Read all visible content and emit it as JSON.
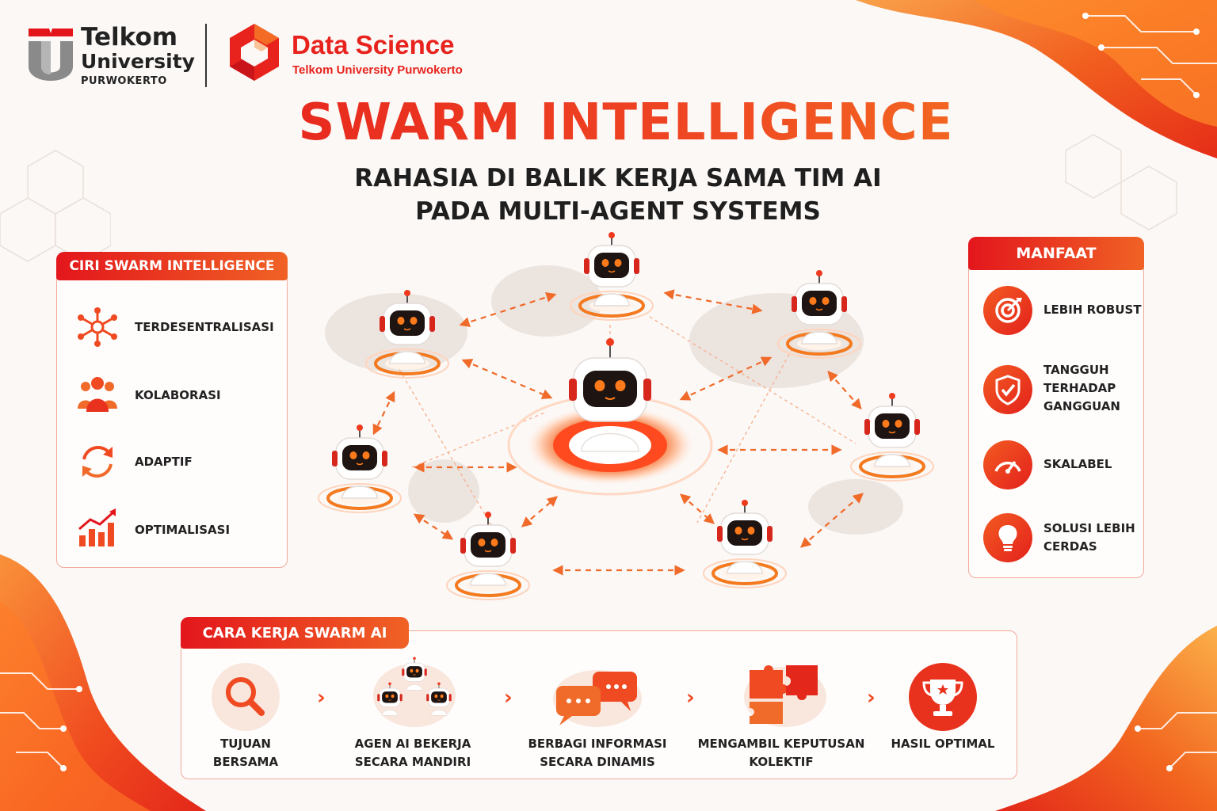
{
  "header": {
    "tu_line1": "Telkom",
    "tu_line2": "University",
    "tu_line3": "PURWOKERTO",
    "ds_title": "Data Science",
    "ds_subtitle": "Telkom University Purwokerto"
  },
  "title": "SWARM INTELLIGENCE",
  "subtitle_line1": "RAHASIA DI BALIK KERJA SAMA TIM AI",
  "subtitle_line2": "PADA MULTI-AGENT SYSTEMS",
  "ciri": {
    "title": "CIRI SWARM INTELLIGENCE",
    "items": [
      {
        "label": "TERDESENTRALISASI",
        "icon": "network-icon"
      },
      {
        "label": "KOLABORASI",
        "icon": "people-group-icon"
      },
      {
        "label": "ADAPTIF",
        "icon": "refresh-cycle-icon"
      },
      {
        "label": "OPTIMALISASI",
        "icon": "growth-chart-icon"
      }
    ]
  },
  "manfaat": {
    "title": "MANFAAT",
    "items": [
      {
        "line1": "LEBIH ROBUST",
        "line2": "",
        "line3": "",
        "icon": "target-icon"
      },
      {
        "line1": "TANGGUH",
        "line2": "TERHADAP",
        "line3": "GANGGUAN",
        "icon": "shield-check-icon"
      },
      {
        "line1": "SKALABEL",
        "line2": "",
        "line3": "",
        "icon": "speedometer-icon"
      },
      {
        "line1": "SOLUSI LEBIH",
        "line2": "CERDAS",
        "line3": "",
        "icon": "lightbulb-icon"
      }
    ]
  },
  "cara_kerja": {
    "title": "CARA KERJA SWARM AI",
    "steps": [
      {
        "line1": "TUJUAN",
        "line2": "BERSAMA",
        "icon": "search-icon"
      },
      {
        "line1": "AGEN AI BEKERJA",
        "line2": "SECARA MANDIRI",
        "icon": "robot-group-icon"
      },
      {
        "line1": "BERBAGI INFORMASI",
        "line2": "SECARA DINAMIS",
        "icon": "chat-bubbles-icon"
      },
      {
        "line1": "MENGAMBIL KEPUTUSAN",
        "line2": "KOLEKTIF",
        "icon": "puzzle-icon"
      },
      {
        "line1": "HASIL OPTIMAL",
        "line2": "",
        "icon": "trophy-icon"
      }
    ]
  },
  "colors": {
    "primary_red": "#e3151b",
    "accent_orange": "#f47a20",
    "robot_dark": "#1e1412",
    "robot_eye": "#ff7a1a"
  }
}
